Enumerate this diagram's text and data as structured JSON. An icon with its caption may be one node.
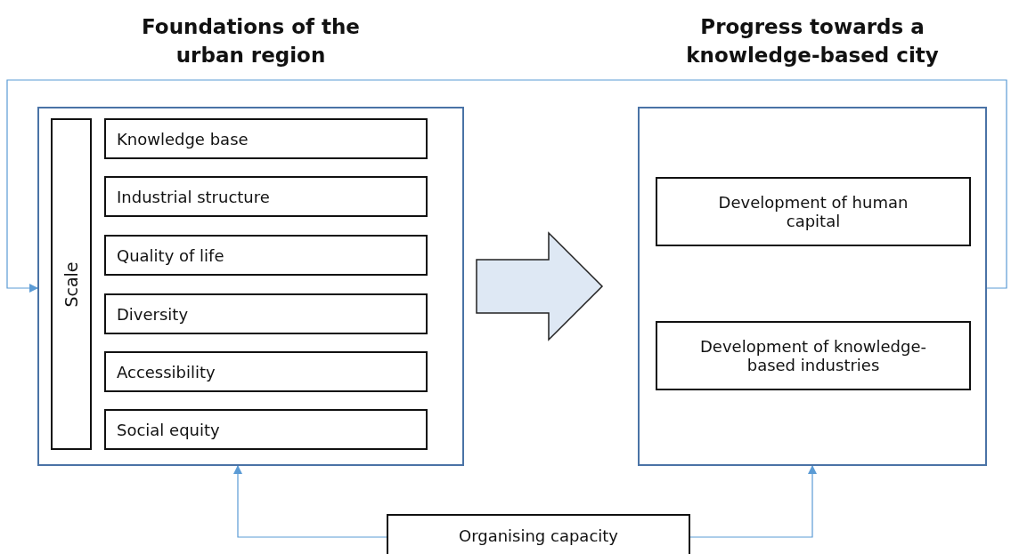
{
  "diagram": {
    "nodes": [
      {
        "text": [
          "Foundations of the urban region"
        ]
      },
      {
        "text": [
          "Scale"
        ],
        "in": 0
      },
      {
        "text": [
          "Knowledge base"
        ],
        "in": 0
      },
      {
        "text": [
          "Industrial structure"
        ],
        "in": 0
      },
      {
        "text": [
          "Quality of life"
        ],
        "in": 0
      },
      {
        "text": [
          "Diversity"
        ],
        "in": 0
      },
      {
        "text": [
          "Accessibility"
        ],
        "in": 0
      },
      {
        "text": [
          "Social equity"
        ],
        "in": 0
      },
      {
        "text": [
          "Progress towards a knowledge-based city"
        ]
      },
      {
        "text": [
          "Development of human capital"
        ],
        "in": 8
      },
      {
        "text": [
          "Development of knowledge-based industries"
        ],
        "in": 8
      },
      {
        "text": [
          "Organising capacity"
        ]
      }
    ],
    "edges": [
      {
        "from": 0,
        "to": 8,
        "arrow": "to",
        "style": "thick",
        "color": "#dee8f4"
      },
      {
        "from": 8,
        "to": 0,
        "arrow": "to"
      },
      {
        "from": 11,
        "to": 0,
        "arrow": "to"
      },
      {
        "from": 11,
        "to": 8,
        "arrow": "to"
      }
    ]
  }
}
